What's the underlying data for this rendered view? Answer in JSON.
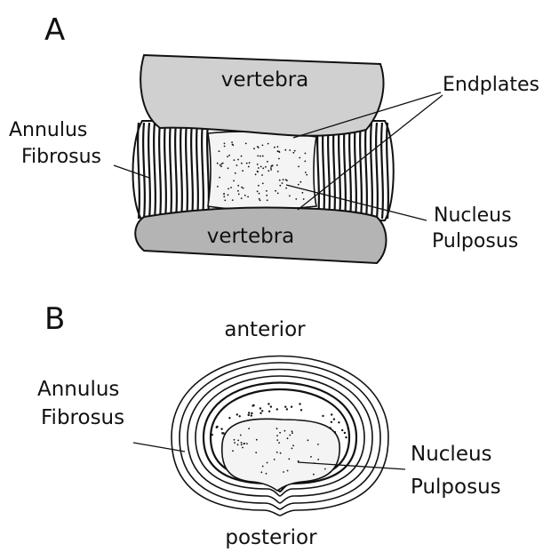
{
  "panel_a": {
    "letter": "A",
    "vertebra_top": "vertebra",
    "vertebra_bottom": "vertebra",
    "endplates": "Endplates",
    "annulus_line1": "Annulus",
    "annulus_line2": "Fibrosus",
    "nucleus_line1": "Nucleus",
    "nucleus_line2": "Pulposus"
  },
  "panel_b": {
    "letter": "B",
    "anterior": "anterior",
    "posterior": "posterior",
    "annulus_line1": "Annulus",
    "annulus_line2": "Fibrosus",
    "nucleus_line1": "Nucleus",
    "nucleus_line2": "Pulposus"
  },
  "colors": {
    "vertebra_top_fill": "#d0d0d0",
    "vertebra_bottom_fill": "#b4b4b4",
    "nucleus_fill": "#f4f4f4",
    "ink": "#111111"
  }
}
